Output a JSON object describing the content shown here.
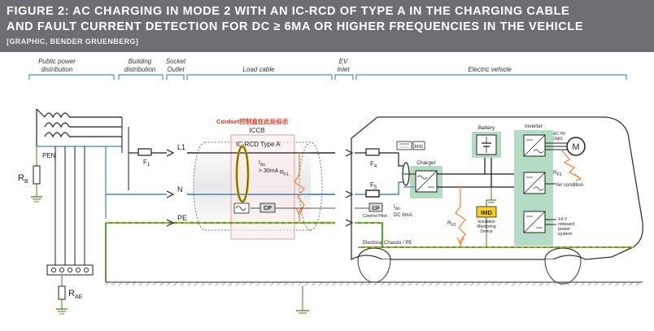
{
  "header": {
    "title_line1": "FIGURE 2:  AC CHARGING IN MODE 2 WITH AN IC-RCD OF TYPE A IN THE CHARGING CABLE",
    "title_line2": "AND FAULT CURRENT DETECTION FOR DC ≥ 6MA OR HIGHER FREQUENCIES IN THE VEHICLE",
    "credit": "[GRAPHIC, BENDER GRUENBERG]"
  },
  "sections": {
    "public_power_line1": "Public power",
    "public_power_line2": "distribution",
    "building_line1": "Building",
    "building_line2": "distribution",
    "socket_line1": "Socket",
    "socket_line2": "Outlet",
    "load_cable": "Load cable",
    "ev_inlet_line1": "EV",
    "ev_inlet_line2": "Inlet",
    "electric_vehicle": "Electric vehicle"
  },
  "labels": {
    "pen": "PEN",
    "rb": "R",
    "rb_sub": "B",
    "rae": "R",
    "rae_sub": "AE",
    "l1": "L1",
    "n": "N",
    "pe": "PE",
    "f1": "F",
    "f1_sub": "1",
    "f4": "F",
    "f4_sub": "4",
    "f5": "F",
    "f5_sub": "5",
    "cordset_note": "Cordset控制盒在此处标示",
    "iccb": "ICCB",
    "ic_rcd": "IC-RCD Type A",
    "idn_left": "I",
    "idn_left_sub": "Δn",
    "idn_left_value": "> 30mA",
    "rf1": "R",
    "rf1_sub": "F1",
    "cp_cable": "CP",
    "cp_vehicle": "CP",
    "control_pilot": "Control Pilot",
    "khz": "kHz",
    "idn_right": "I",
    "idn_right_sub": "Δn",
    "idn_right_value": "DC 6mA",
    "charger": "Charger",
    "battery": "Battery",
    "inverter": "Inverter",
    "imd": "IMD",
    "imd_desc_line1": "Insulation",
    "imd_desc_line2": "Monitoring",
    "imd_desc_line3": "Device",
    "rf2": "R",
    "rf2_sub": "F2",
    "rf3": "R",
    "rf3_sub": "F3",
    "ac_hv_line1": "AC HV",
    "ac_hv_line2": "(3ph)",
    "motor": "M",
    "air_condition": "Air condition",
    "lv_line1": "14 V",
    "lv_line2": "onboard",
    "lv_line3": "power",
    "lv_line4": "system",
    "chassis": "Electrical Chassis / PE"
  },
  "colors": {
    "header_bg": "#6d6e71",
    "phase_line": "#1f1f1f",
    "neutral_line": "#3a86c8",
    "pe_line": "#5d9b3a",
    "pe_dash": "#e3cc1e",
    "section_bracket": "#4a90c8",
    "green_box": "#b4dcc4",
    "imd_box": "#f5d020",
    "fault_path": "#f08a3a",
    "annotation_red": "#e8341c",
    "rcd_ring": "#c8b400"
  }
}
